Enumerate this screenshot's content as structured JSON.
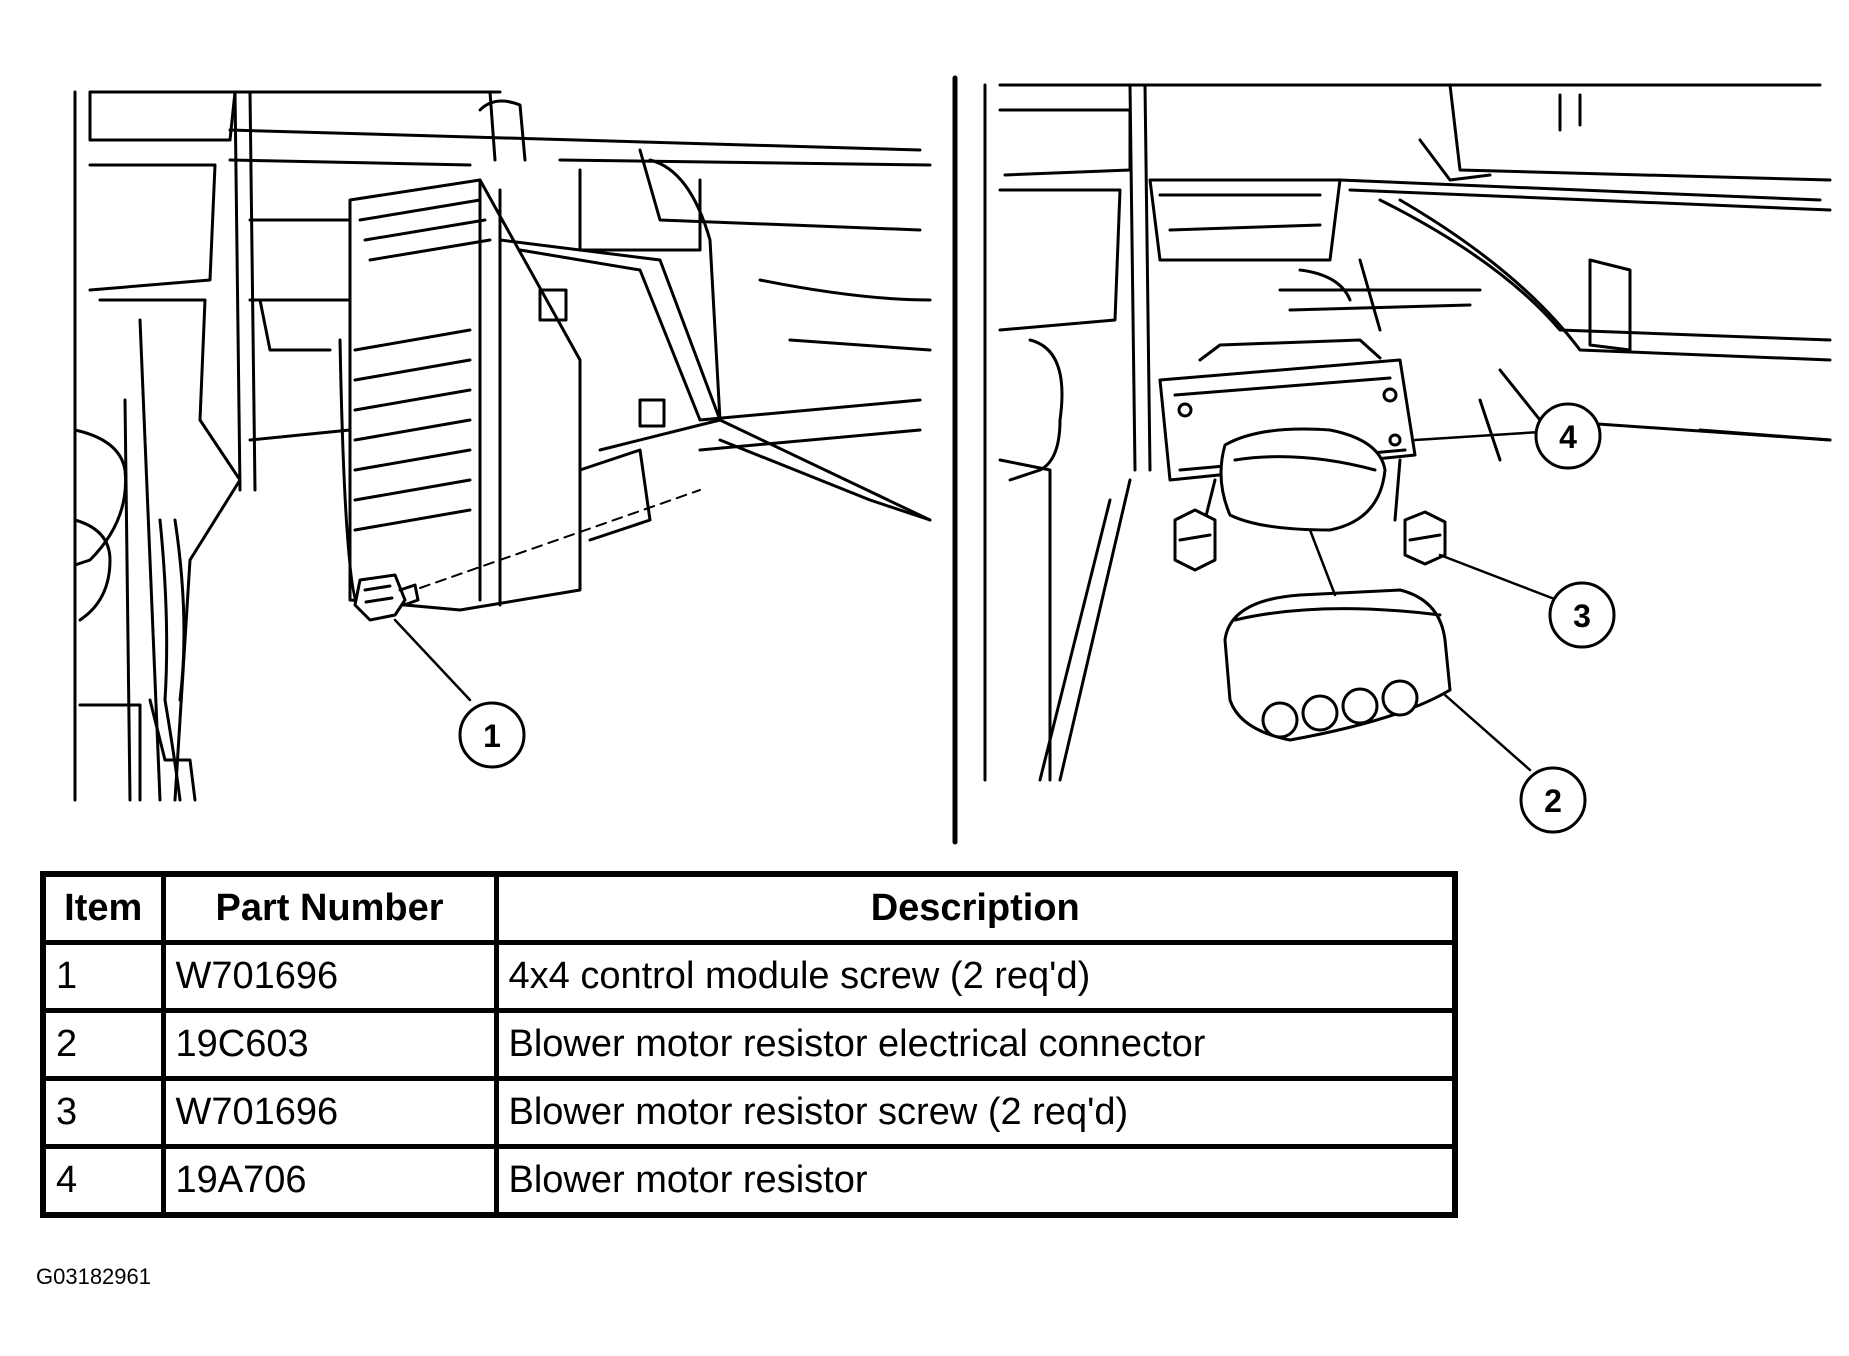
{
  "callouts": [
    "1",
    "2",
    "3",
    "4"
  ],
  "table": {
    "headers": [
      "Item",
      "Part Number",
      "Description"
    ],
    "rows": [
      {
        "item": "1",
        "part": "W701696",
        "desc": "4x4 control module screw (2 req'd)"
      },
      {
        "item": "2",
        "part": "19C603",
        "desc": "Blower motor resistor electrical connector"
      },
      {
        "item": "3",
        "part": "W701696",
        "desc": "Blower motor resistor screw (2 req'd)"
      },
      {
        "item": "4",
        "part": "19A706",
        "desc": "Blower motor resistor"
      }
    ]
  },
  "figure_code": "G03182961"
}
